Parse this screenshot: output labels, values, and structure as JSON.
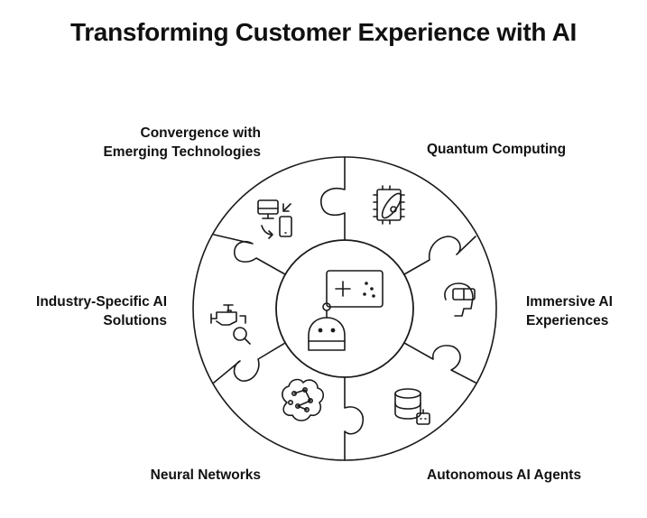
{
  "title": "Transforming Customer Experience with AI",
  "segments": [
    {
      "label_lines": [
        "Convergence with",
        "Emerging Technologies"
      ],
      "icon": "devices-sync-icon"
    },
    {
      "label_lines": [
        "Quantum Computing"
      ],
      "icon": "quantum-chip-icon"
    },
    {
      "label_lines": [
        "Immersive AI",
        "Experiences"
      ],
      "icon": "vr-headset-icon"
    },
    {
      "label_lines": [
        "Autonomous AI Agents"
      ],
      "icon": "database-robot-icon"
    },
    {
      "label_lines": [
        "Neural Networks"
      ],
      "icon": "brain-network-icon"
    },
    {
      "label_lines": [
        "Industry-Specific AI",
        "Solutions"
      ],
      "icon": "industry-search-icon"
    }
  ],
  "center": {
    "icon": "ai-robot-screen-icon"
  }
}
